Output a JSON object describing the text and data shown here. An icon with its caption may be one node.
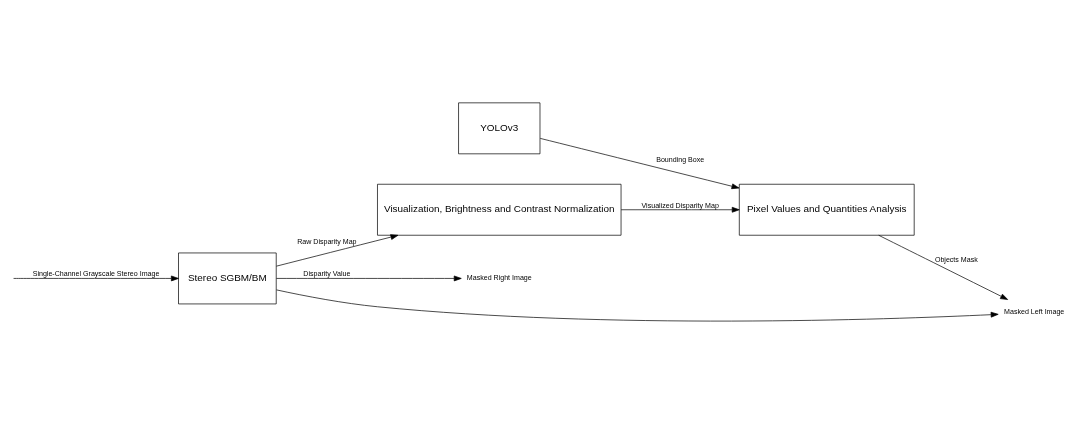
{
  "diagram": {
    "nodes": [
      {
        "text": [
          "YOLOv3"
        ]
      },
      {
        "text": [
          "Stereo SGBM/BM"
        ]
      },
      {
        "text": [
          "Visualization, Brightness and Contrast Normalization"
        ]
      },
      {
        "text": [
          "Pixel Values and Quantities Analysis"
        ]
      },
      {
        "text": [
          "Masked Right Image"
        ]
      },
      {
        "text": [
          "Masked Left Image"
        ]
      }
    ],
    "edges": [
      {
        "from": null,
        "to": 1,
        "arrow": "to",
        "label": "Single-Channel Grayscale Stereo Image"
      },
      {
        "from": 1,
        "to": 2,
        "arrow": "to",
        "label": "Raw Disparity Map"
      },
      {
        "from": 2,
        "to": 3,
        "arrow": "to",
        "label": "Visualized Disparity Map"
      },
      {
        "from": 0,
        "to": 3,
        "arrow": "to",
        "label": "Bounding Boxe"
      },
      {
        "from": 1,
        "to": 4,
        "arrow": "to",
        "label": "Disparity Value"
      },
      {
        "from": 1,
        "to": 5,
        "arrow": "to"
      },
      {
        "from": 3,
        "to": 5,
        "arrow": "to",
        "label": "Objects Mask"
      }
    ]
  }
}
